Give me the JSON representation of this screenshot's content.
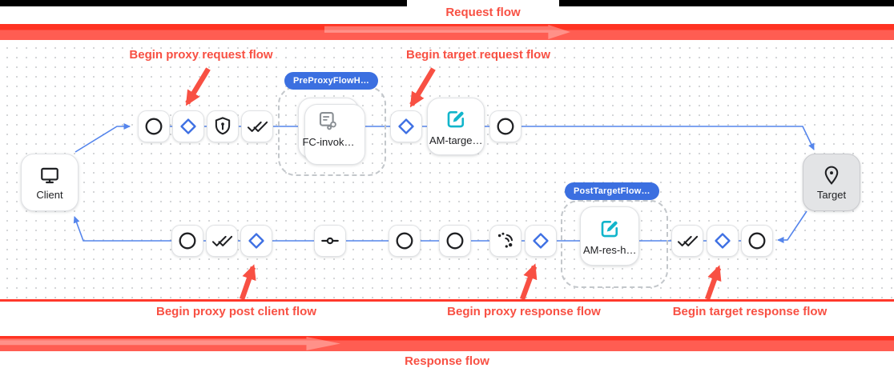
{
  "header": {
    "request_flow_label": "Request flow",
    "response_flow_label": "Response flow"
  },
  "annotations": {
    "begin_proxy_request": "Begin proxy request flow",
    "begin_target_request": "Begin target request flow",
    "begin_proxy_post_client": "Begin proxy post client flow",
    "begin_proxy_response": "Begin proxy response flow",
    "begin_target_response": "Begin target response flow"
  },
  "endpoints": {
    "client_label": "Client",
    "target_label": "Target"
  },
  "policies": {
    "fc_invoke_label": "FC-invok…",
    "am_target_label": "AM-targe…",
    "am_response_label": "AM-res-h…"
  },
  "flow_hooks": {
    "pre_proxy_badge": "PreProxyFlowH…",
    "post_target_badge": "PostTargetFlow…"
  },
  "steps": {
    "request": [
      "circle",
      "diamond",
      "shield-key",
      "double-check",
      "diamond",
      "circle"
    ],
    "response": [
      "circle",
      "double-check",
      "diamond",
      "endpoint",
      "circle",
      "circle",
      "signal",
      "diamond",
      "double-check",
      "diamond",
      "circle"
    ]
  },
  "icons": {
    "monitor-icon": "client device screen",
    "place-icon": "target location pin",
    "flow-callout-icon": "shared flow callout document",
    "edit-icon": "assign message pencil square",
    "circle-icon": "flow step circle",
    "diamond-icon": "flow condition diamond",
    "shield-key-icon": "security shield with key",
    "double-check-icon": "double checkmark",
    "endpoint-icon": "route endpoint",
    "signal-icon": "signal waves with dots"
  },
  "colors": {
    "annotation_red": "#F85043",
    "bar_red_bright": "#FF3322",
    "bar_red_light": "#FF5D52",
    "connector_blue": "#5585EC",
    "diamond_blue": "#3D6FE3",
    "badge_blue": "#3B6FE0",
    "policy_teal": "#12B5CB"
  }
}
